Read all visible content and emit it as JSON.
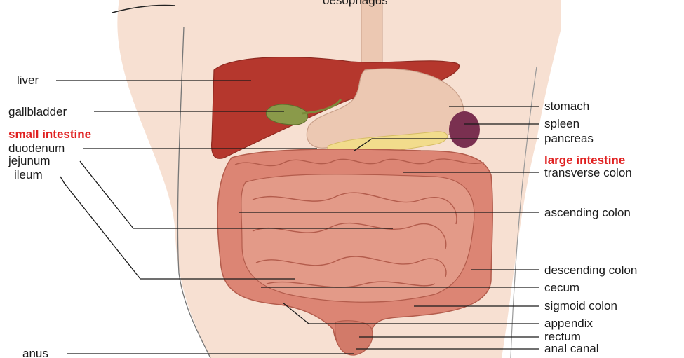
{
  "diagram": {
    "top_label": "oesophagus",
    "left_labels": {
      "liver": "liver",
      "gallbladder": "gallbladder",
      "small_intestine": "small intestine",
      "duodenum": "duodenum",
      "jejunum": "jejunum",
      "ileum": "ileum",
      "anus": "anus"
    },
    "right_labels": {
      "stomach": "stomach",
      "spleen": "spleen",
      "pancreas": "pancreas",
      "large_intestine": "large intestine",
      "transverse_colon": "transverse colon",
      "ascending_colon": "ascending colon",
      "descending_colon": "descending colon",
      "cecum": "cecum",
      "sigmoid_colon": "sigmoid colon",
      "appendix": "appendix",
      "rectum": "rectum",
      "anal_canal": "anal canal"
    },
    "colors": {
      "group_heading": "#e02020",
      "label_text": "#1a1a1a",
      "skin": "#f7e0d2",
      "liver": "#b5372d",
      "stomach": "#ecc8b2",
      "intestine": "#dc8574",
      "gallbladder": "#8a9a4a",
      "spleen": "#7a3050",
      "pancreas": "#f2dc8c"
    }
  }
}
